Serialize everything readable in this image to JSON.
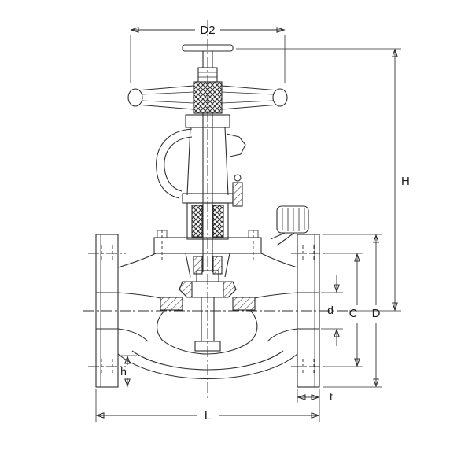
{
  "colors": {
    "line": "#2f2f2f",
    "background": "#ffffff",
    "text": "#1a1a1a"
  },
  "dimensions": {
    "D2": {
      "label": "D2"
    },
    "H": {
      "label": "H"
    },
    "C": {
      "label": "C"
    },
    "D": {
      "label": "D"
    },
    "d": {
      "label": "d"
    },
    "h": {
      "label": "h"
    },
    "t": {
      "label": "t"
    },
    "L": {
      "label": "L"
    }
  }
}
